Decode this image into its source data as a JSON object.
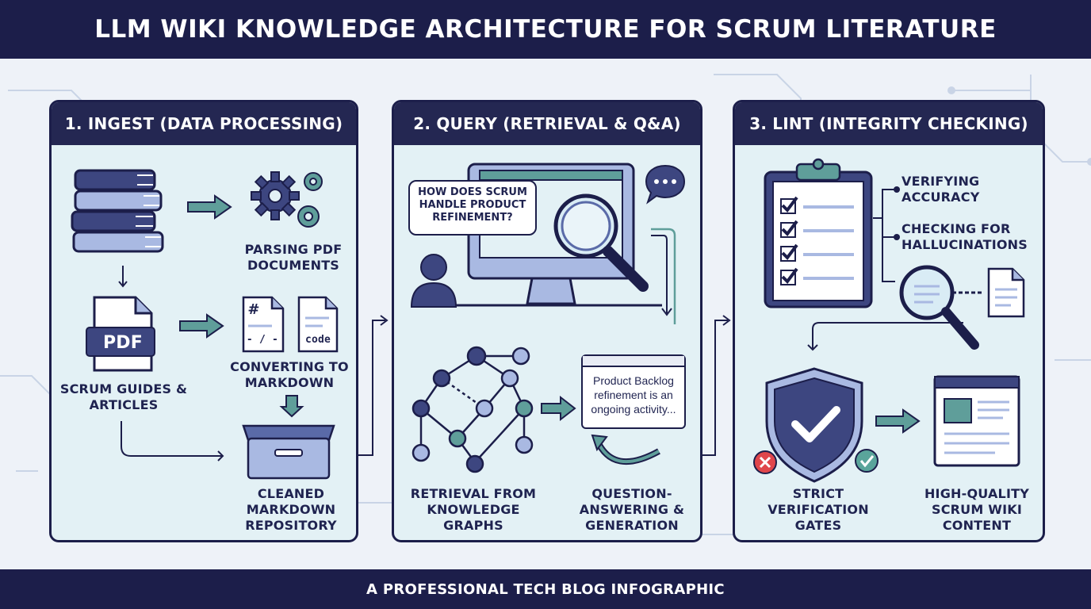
{
  "header": {
    "title": "LLM WIKI KNOWLEDGE ARCHITECTURE FOR SCRUM LITERATURE"
  },
  "footer": {
    "caption": "A PROFESSIONAL TECH BLOG INFOGRAPHIC"
  },
  "panels": [
    {
      "title": "1. INGEST (DATA PROCESSING)",
      "labels": {
        "parsing": "PARSING PDF DOCUMENTS",
        "sources": "SCRUM GUIDES & ARTICLES",
        "pdf_badge": "PDF",
        "converting": "CONVERTING TO MARKDOWN",
        "md_symbol": "#",
        "md_text": "- / -",
        "code_text": "code",
        "repository": "CLEANED MARKDOWN REPOSITORY"
      }
    },
    {
      "title": "2. QUERY (RETRIEVAL & Q&A)",
      "labels": {
        "question": "HOW DOES SCRUM HANDLE PRODUCT REFINEMENT?",
        "answer": "Product Backlog refinement is an ongoing activity...",
        "retrieval": "RETRIEVAL FROM KNOWLEDGE GRAPHS",
        "qa": "QUESTION-ANSWERING & GENERATION"
      }
    },
    {
      "title": "3. LINT (INTEGRITY CHECKING)",
      "labels": {
        "accuracy": "VERIFYING ACCURACY",
        "hallucinations": "CHECKING FOR HALLUCINATIONS",
        "gates": "STRICT VERIFICATION GATES",
        "content": "HIGH-QUALITY SCRUM WIKI CONTENT"
      }
    }
  ],
  "colors": {
    "navy": "#1c1e4a",
    "teal": "#5f9e9a",
    "lavender": "#a9b9e2",
    "panel_bg": "#e3f1f5",
    "error_red": "#e0464b",
    "ok_teal": "#5aa59b"
  }
}
